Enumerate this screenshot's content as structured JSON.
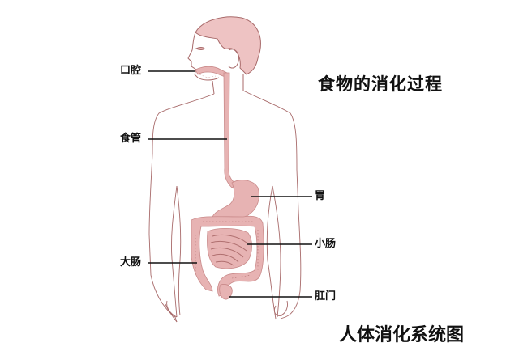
{
  "diagram": {
    "title_process": "食物的消化过程",
    "title_system": "人体消化系统图",
    "labels": {
      "mouth": "口腔",
      "esophagus": "食管",
      "stomach": "胃",
      "small_intestine": "小肠",
      "large_intestine": "大肠",
      "anus": "肛门"
    },
    "colors": {
      "background": "#ffffff",
      "outline": "#a86a6a",
      "organ_fill": "#e7b3b3",
      "organ_stroke": "#c98a8a",
      "hair_fill": "#eec3c3",
      "leader_line": "#111111",
      "text": "#111111"
    }
  }
}
